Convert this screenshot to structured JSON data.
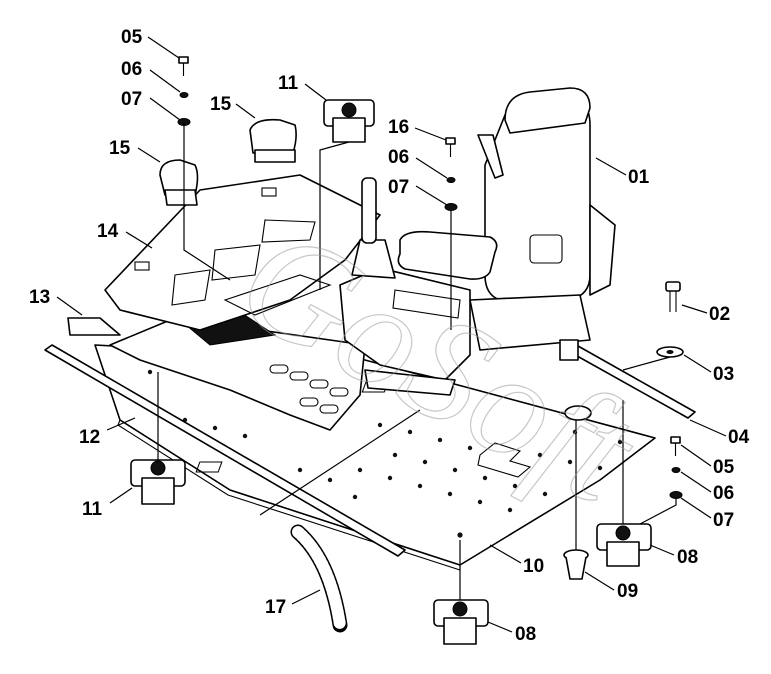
{
  "watermark": "GoSoft",
  "callouts": [
    {
      "id": "c05a",
      "label": "05"
    },
    {
      "id": "c06a",
      "label": "06"
    },
    {
      "id": "c07a",
      "label": "07"
    },
    {
      "id": "c15a",
      "label": "15"
    },
    {
      "id": "c15b",
      "label": "15"
    },
    {
      "id": "c11a",
      "label": "11"
    },
    {
      "id": "c16",
      "label": "16"
    },
    {
      "id": "c06b",
      "label": "06"
    },
    {
      "id": "c07b",
      "label": "07"
    },
    {
      "id": "c01",
      "label": "01"
    },
    {
      "id": "c14",
      "label": "14"
    },
    {
      "id": "c13",
      "label": "13"
    },
    {
      "id": "c02",
      "label": "02"
    },
    {
      "id": "c03",
      "label": "03"
    },
    {
      "id": "c12",
      "label": "12"
    },
    {
      "id": "c04",
      "label": "04"
    },
    {
      "id": "c11b",
      "label": "11"
    },
    {
      "id": "c05b",
      "label": "05"
    },
    {
      "id": "c06c",
      "label": "06"
    },
    {
      "id": "c07c",
      "label": "07"
    },
    {
      "id": "c08a",
      "label": "08"
    },
    {
      "id": "c10",
      "label": "10"
    },
    {
      "id": "c09",
      "label": "09"
    },
    {
      "id": "c17",
      "label": "17"
    },
    {
      "id": "c08b",
      "label": "08"
    }
  ]
}
